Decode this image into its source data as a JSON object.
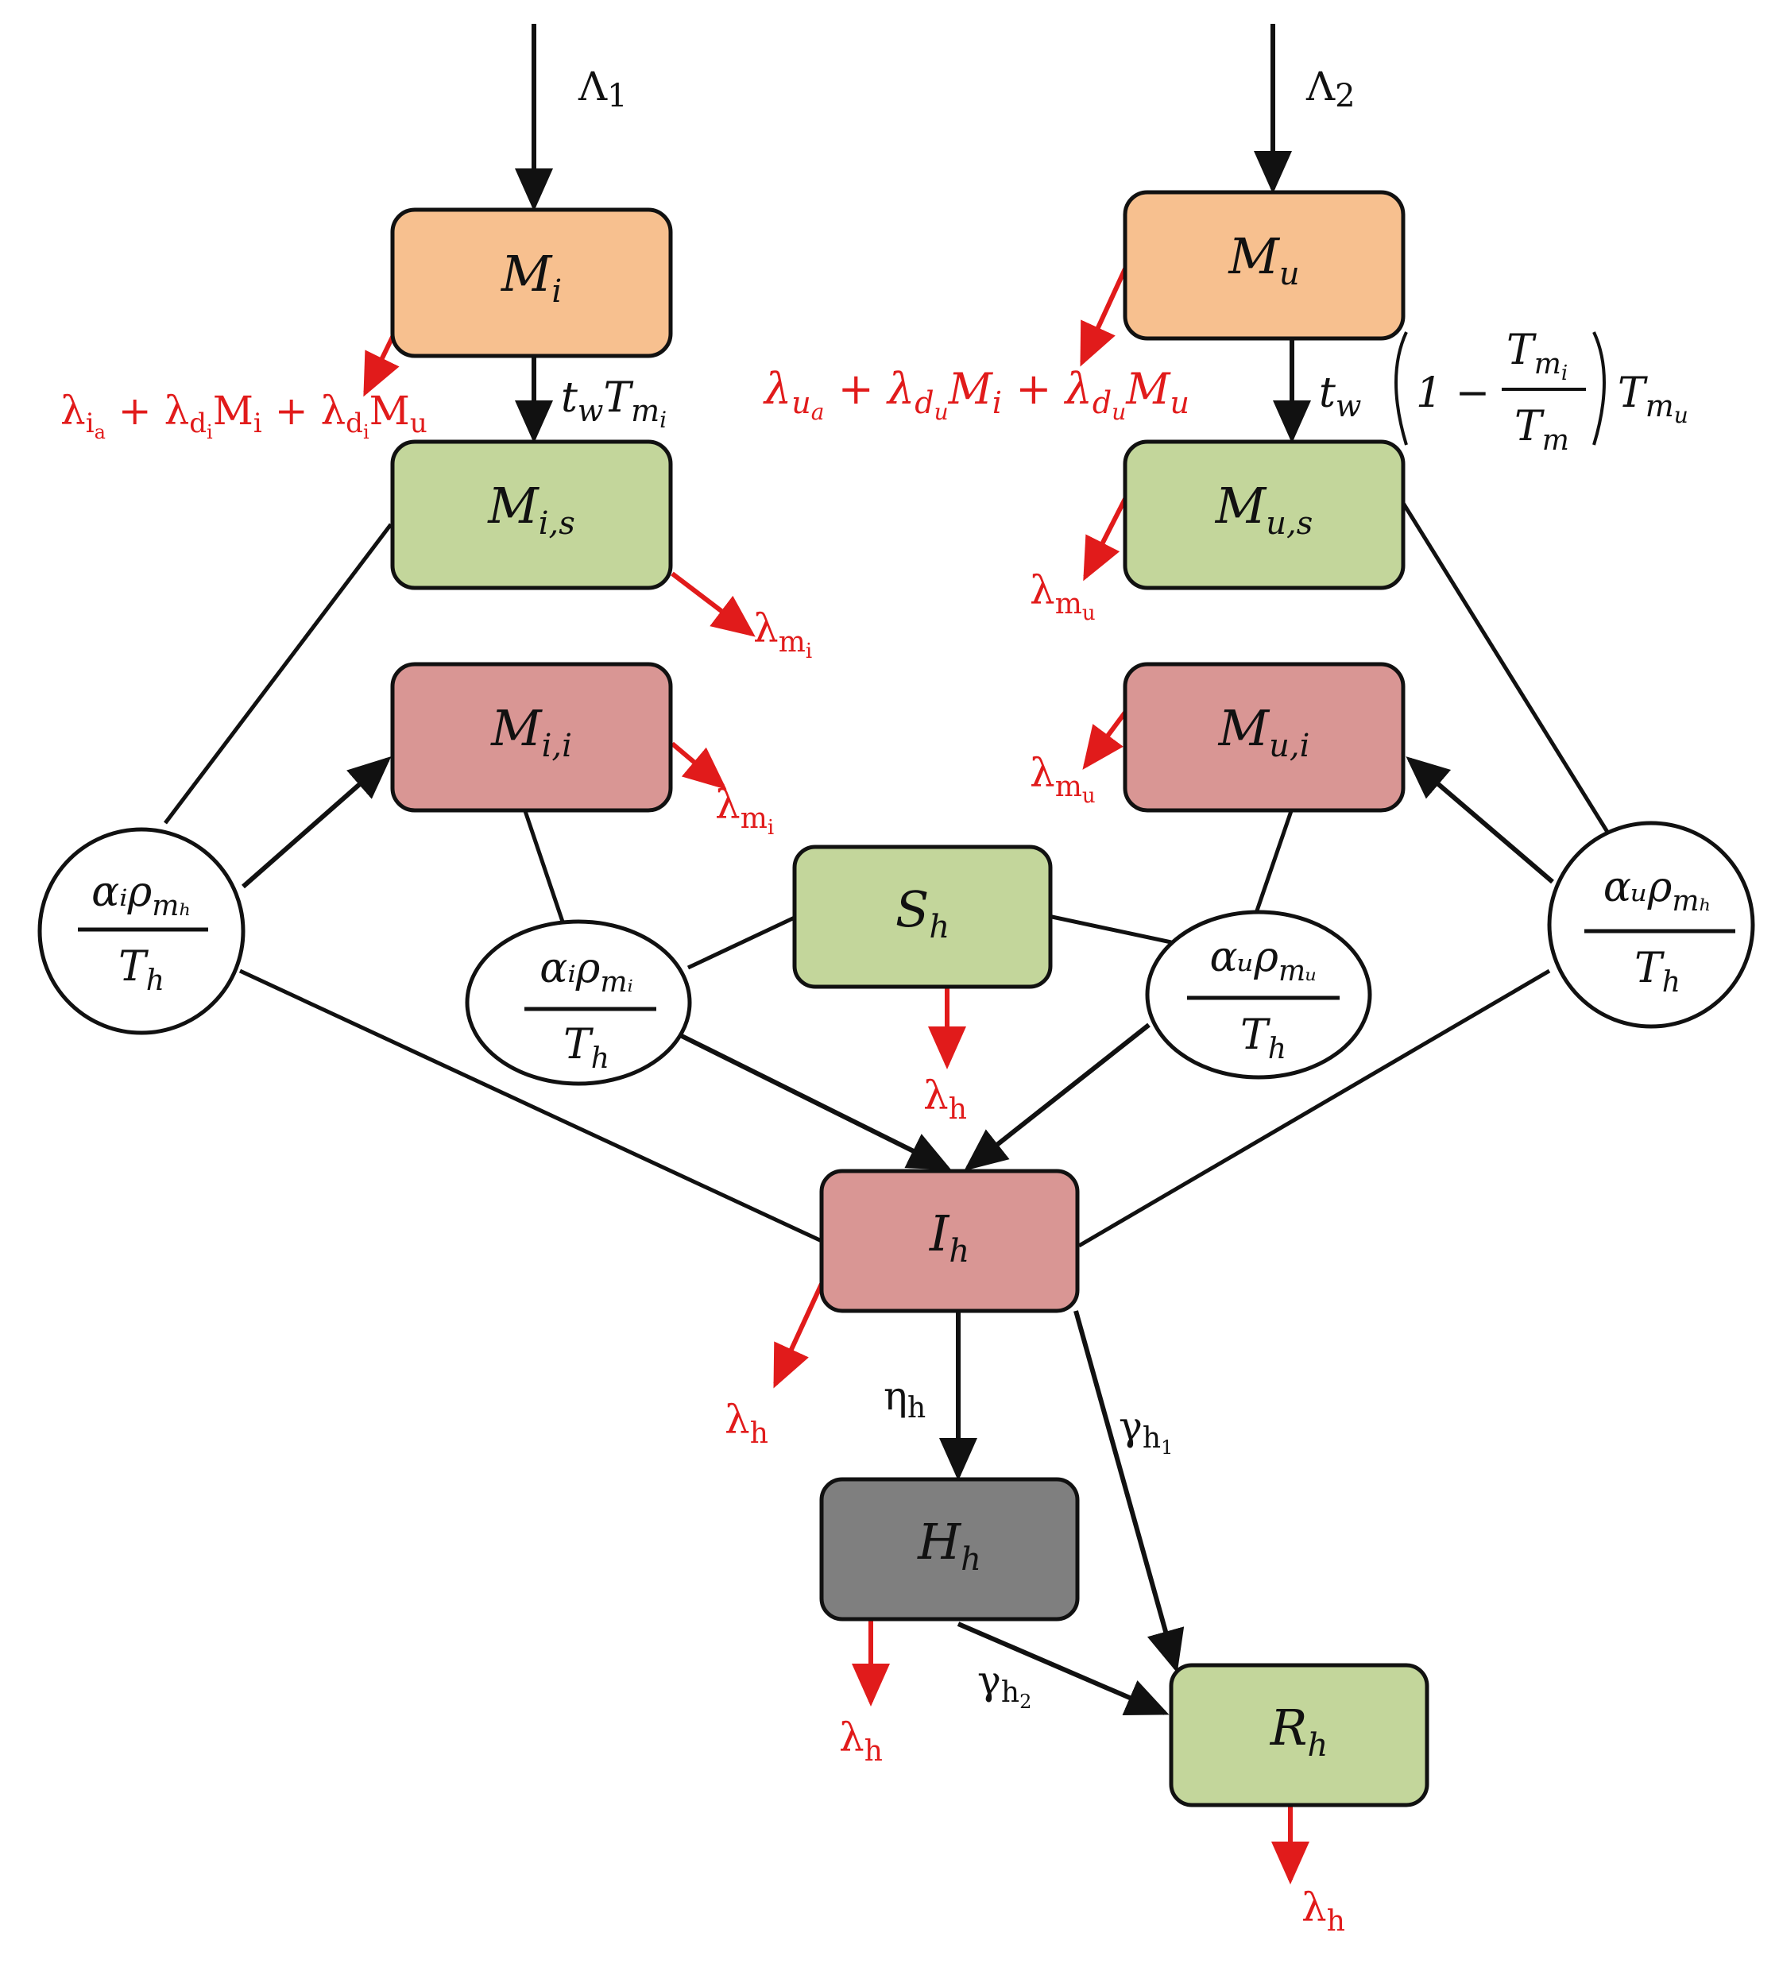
{
  "colors": {
    "orange": "#f7c08f",
    "green": "#c3d69b",
    "pink": "#d99694",
    "gray": "#7f7f7f",
    "red_arrow": "#e11b1b",
    "black_line": "#111111"
  },
  "inputs": {
    "lambda1": {
      "main": "Λ",
      "sub": "1"
    },
    "lambda2": {
      "main": "Λ",
      "sub": "2"
    }
  },
  "compartments": {
    "Mi": {
      "main": "M",
      "sub": "i"
    },
    "Mu": {
      "main": "M",
      "sub": "u"
    },
    "Mis": {
      "main": "M",
      "sub": "i,s"
    },
    "Mus": {
      "main": "M",
      "sub": "u,s"
    },
    "Mii": {
      "main": "M",
      "sub": "i,i"
    },
    "Mui": {
      "main": "M",
      "sub": "u,i"
    },
    "Sh": {
      "main": "S",
      "sub": "h"
    },
    "Ih": {
      "main": "I",
      "sub": "h"
    },
    "Hh": {
      "main": "H",
      "sub": "h"
    },
    "Rh": {
      "main": "R",
      "sub": "h"
    }
  },
  "transmission_nodes": {
    "left_outer": {
      "numerator": "αᵢρ",
      "num_sub": "mₕ",
      "denominator": "T",
      "den_sub": "h"
    },
    "left_inner": {
      "numerator": "αᵢρ",
      "num_sub": "mᵢ",
      "denominator": "T",
      "den_sub": "h"
    },
    "right_inner": {
      "numerator": "αᵤρ",
      "num_sub": "mᵤ",
      "denominator": "T",
      "den_sub": "h"
    },
    "right_outer": {
      "numerator": "αᵤρ",
      "num_sub": "mₕ",
      "denominator": "T",
      "den_sub": "h"
    }
  },
  "rates": {
    "tw_Tmi": "t_w T_{m_i}",
    "tw_Tmu": "t_w (1 − T_{m_i} / T_m) T_{m_u}",
    "loss_Mi": "λ_{i_a} + λ_{d_i} M_i + λ_{d_i} M_u",
    "loss_Mu": "λ_{u_a} + λ_{d_u} M_i + λ_{d_u} M_u",
    "lambda_mi": "λ_{m_i}",
    "lambda_mu": "λ_{m_u}",
    "lambda_h": "λ_h",
    "eta_h": "η_h",
    "gamma_h1": "γ_{h_1}",
    "gamma_h2": "γ_{h_2}"
  }
}
